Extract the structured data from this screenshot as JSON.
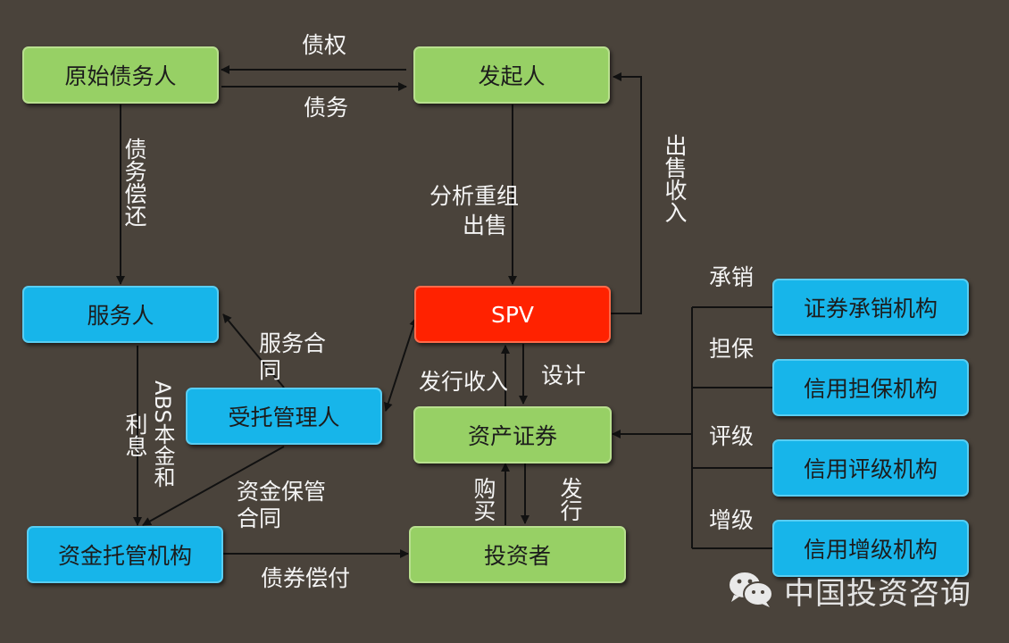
{
  "nodes": {
    "original_debtor": "原始债务人",
    "originator": "发起人",
    "servicer": "服务人",
    "spv": "SPV",
    "trustee": "受托管理人",
    "abs": "资产证券",
    "custodian": "资金托管机构",
    "investor": "投资者",
    "underwriter": "证券承销机构",
    "guarantor": "信用担保机构",
    "rating_agency": "信用评级机构",
    "enhancer": "信用增级机构"
  },
  "edge_labels": {
    "claims": "债权",
    "debt": "债务",
    "debt_repayment": "债务偿还",
    "analyze_restructure": "分析重组",
    "sell": "出售",
    "sale_proceeds": "出售收入",
    "service_contract_1": "服务合",
    "service_contract_2": "同",
    "issue_proceeds": "发行收入",
    "design": "设计",
    "abs_principal": "ABS本金和",
    "interest": "利息",
    "custody_contract_1": "资金保管",
    "custody_contract_2": "合同",
    "buy": "购买",
    "issue": "发行",
    "bond_payment": "债券偿付",
    "underwrite": "承销",
    "guarantee": "担保",
    "rating": "评级",
    "enhancement": "增级"
  },
  "watermark": {
    "icon": "wechat-icon",
    "text": "中国投资咨询"
  },
  "colors": {
    "background": "#4a433b",
    "green_node": "#97d065",
    "blue_node": "#17b5ea",
    "spv_node": "#ff2200",
    "line": "#111111"
  }
}
